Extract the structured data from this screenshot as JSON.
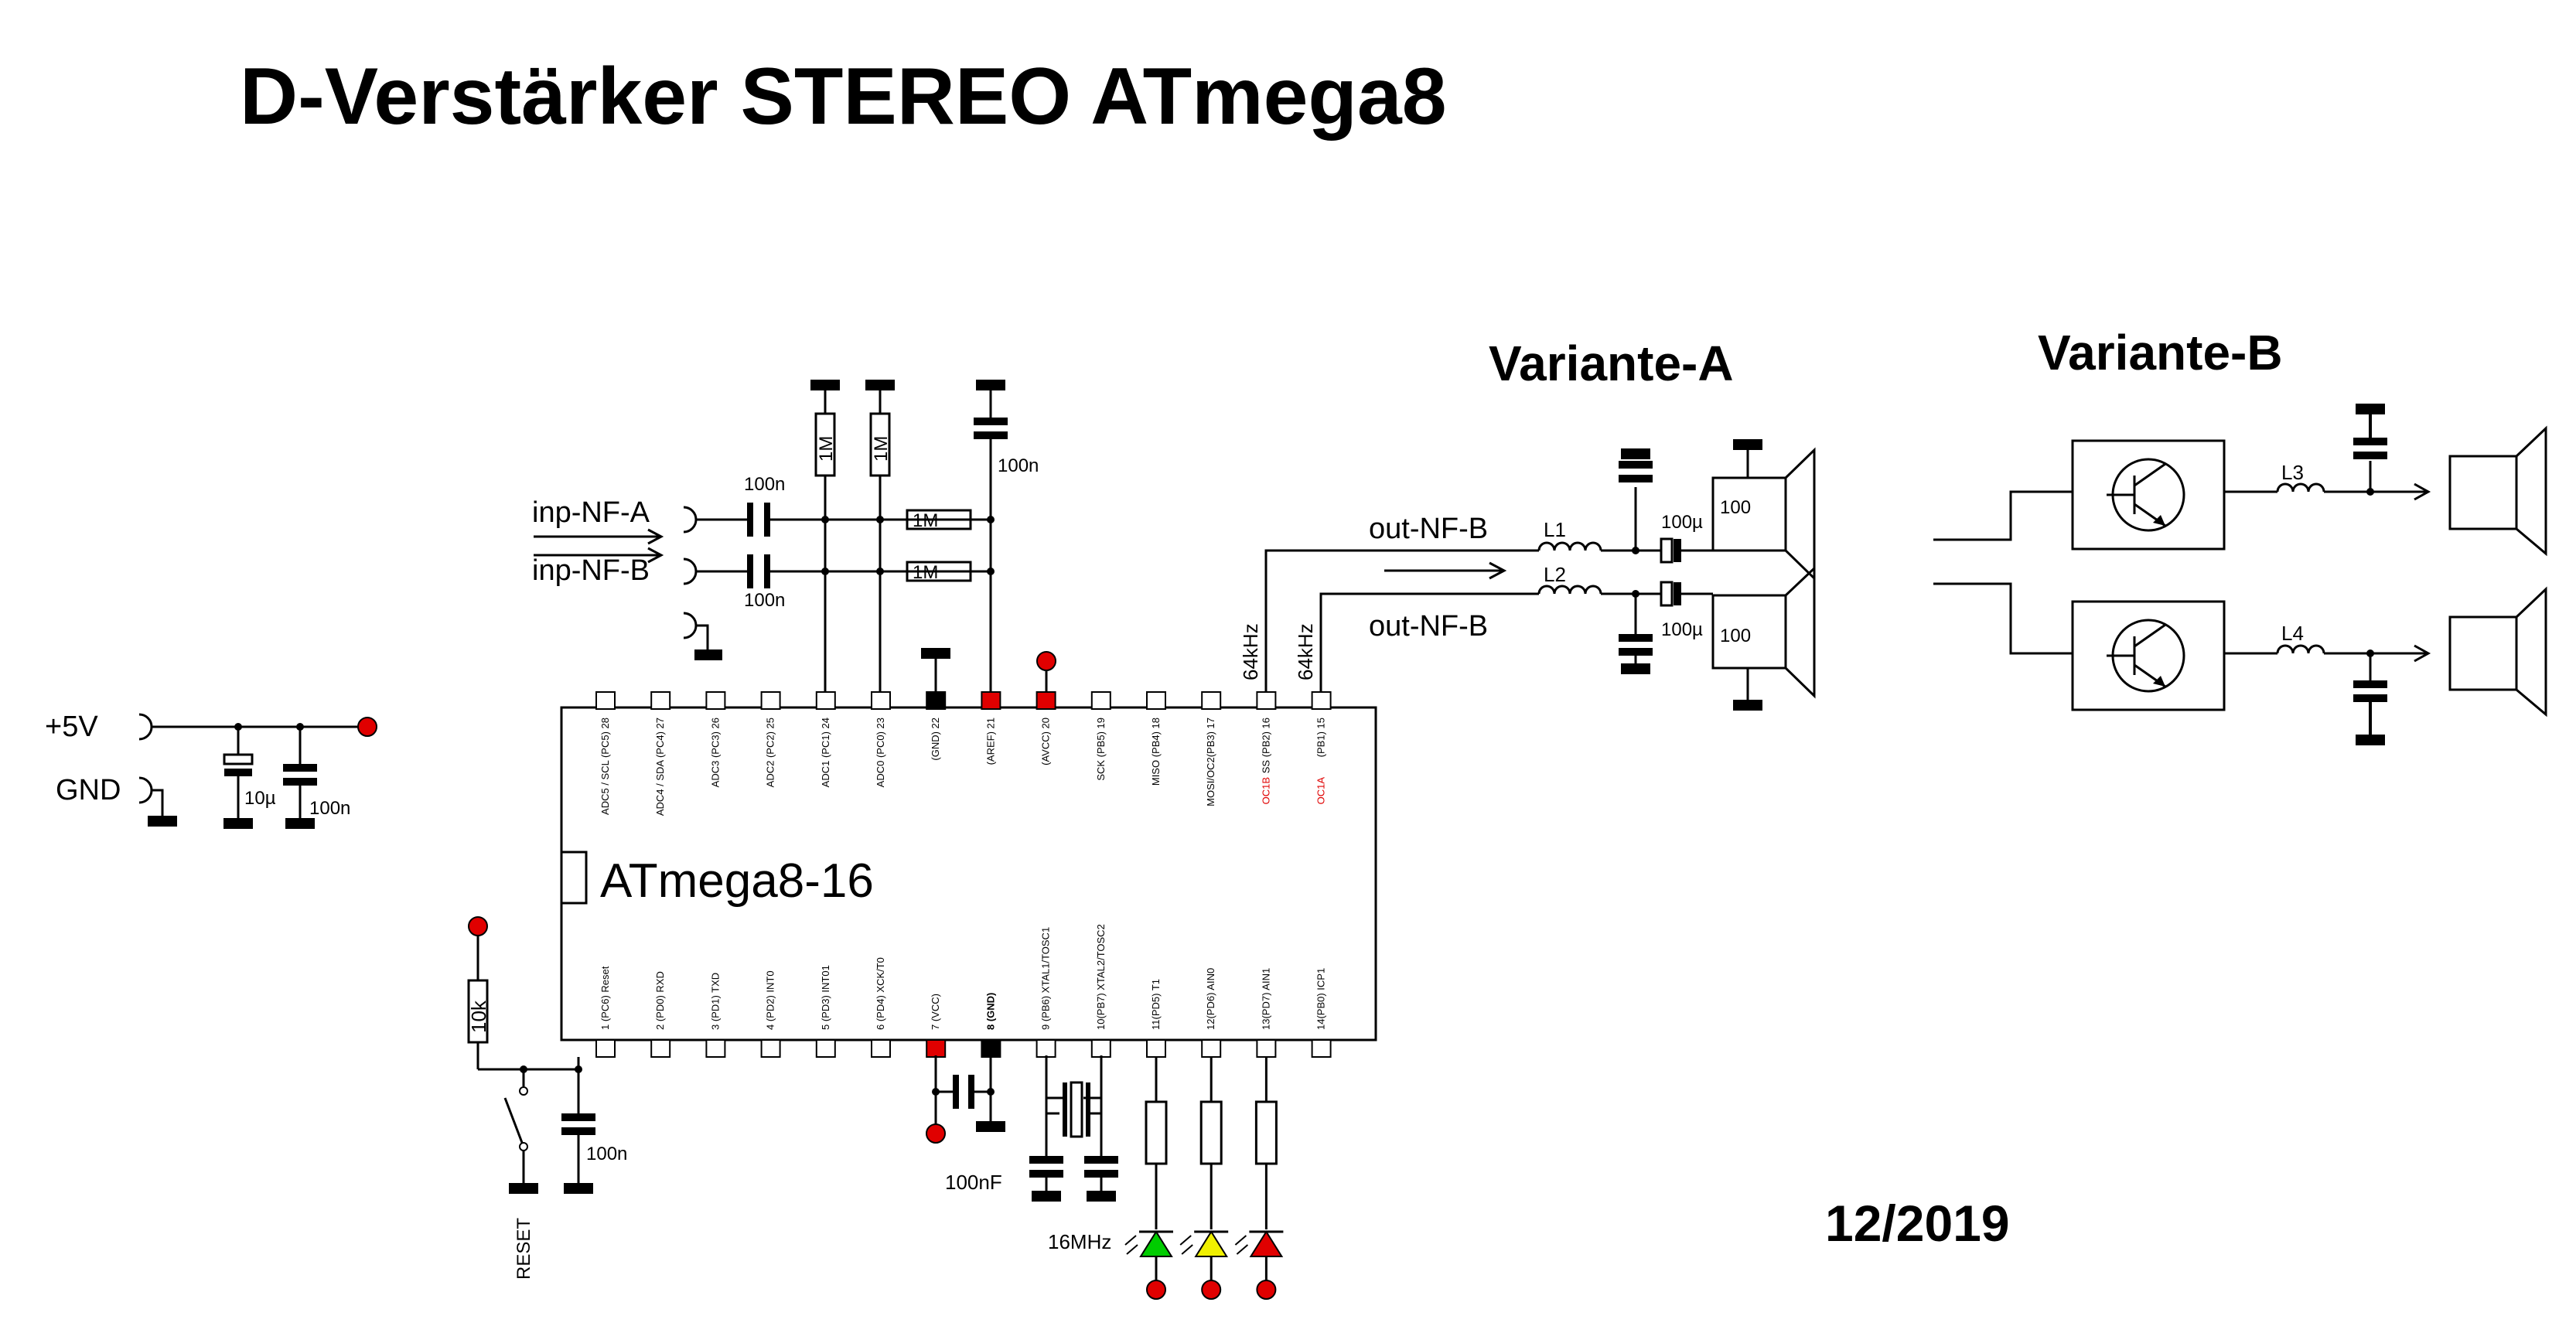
{
  "title": "D-Verstärker STEREO ATmega8",
  "date": "12/2019",
  "chip": {
    "name": "ATmega8-16",
    "top_pins": [
      "ADC5 / SCL (PC5) 28",
      "ADC4 / SDA (PC4) 27",
      "ADC3 (PC3) 26",
      "ADC2 (PC2) 25",
      "ADC1 (PC1) 24",
      "ADC0 (PC0) 23",
      "(GND) 22",
      "(AREF) 21",
      "(AVCC) 20",
      "SCK (PB5) 19",
      "MISO (PB4) 18",
      "MOSI/OC2(PB3) 17",
      "SS (PB2) 16",
      "(PB1) 15"
    ],
    "oc_labels": [
      "OC1B",
      "OC1A"
    ],
    "bottom_pins": [
      "1 (PC6) Reset",
      "2 (PD0) RXD",
      "3 (PD1) TXD",
      "4 (PD2) INT0",
      "5 (PD3) INT01",
      "6 (PD4) XCK/T0",
      "7 (VCC)",
      "8 (GND)",
      "9 (PB6) XTAL1/TOSC1",
      "10(PB7) XTAL2/TOSC2",
      "11(PD5) T1",
      "12(PD6) AIN0",
      "13(PD7) AIN1",
      "14(PB0) ICP1"
    ]
  },
  "labels": {
    "inp_a": "inp-NF-A",
    "inp_b": "inp-NF-B",
    "cap_100n_a": "100n",
    "cap_100n_b": "100n",
    "res_1m_1": "1M",
    "res_1m_2": "1M",
    "res_1m_3": "1M",
    "res_1m_4": "1M",
    "cap_aref": "100n",
    "vcc": "+5V",
    "gnd": "GND",
    "cap_10u": "10µ",
    "cap_100n_supply": "100n",
    "res_10k": "10k",
    "cap_100n_reset": "100n",
    "reset": "RESET",
    "cap_100nf_vcc": "100nF",
    "crystal": "16MHz",
    "freq_16": "64kHz",
    "freq_15": "64kHz",
    "out_b_top": "out-NF-B",
    "out_b_bottom": "out-NF-B",
    "l1": "L1",
    "l2": "L2",
    "cap_100u_1": "100µ",
    "cap_100u_2": "100µ",
    "spk_1": "100",
    "spk_2": "100",
    "variant_a": "Variante-A",
    "variant_b": "Variante-B",
    "l3": "L3",
    "l4": "L4"
  },
  "leds": [
    {
      "color": "#00cc00"
    },
    {
      "color": "#f0f000"
    },
    {
      "color": "#e00000"
    }
  ],
  "colors": {
    "line": "#000000",
    "dot_red": "#e00000",
    "pad_red": "#e00000",
    "pad_black": "#000000"
  }
}
